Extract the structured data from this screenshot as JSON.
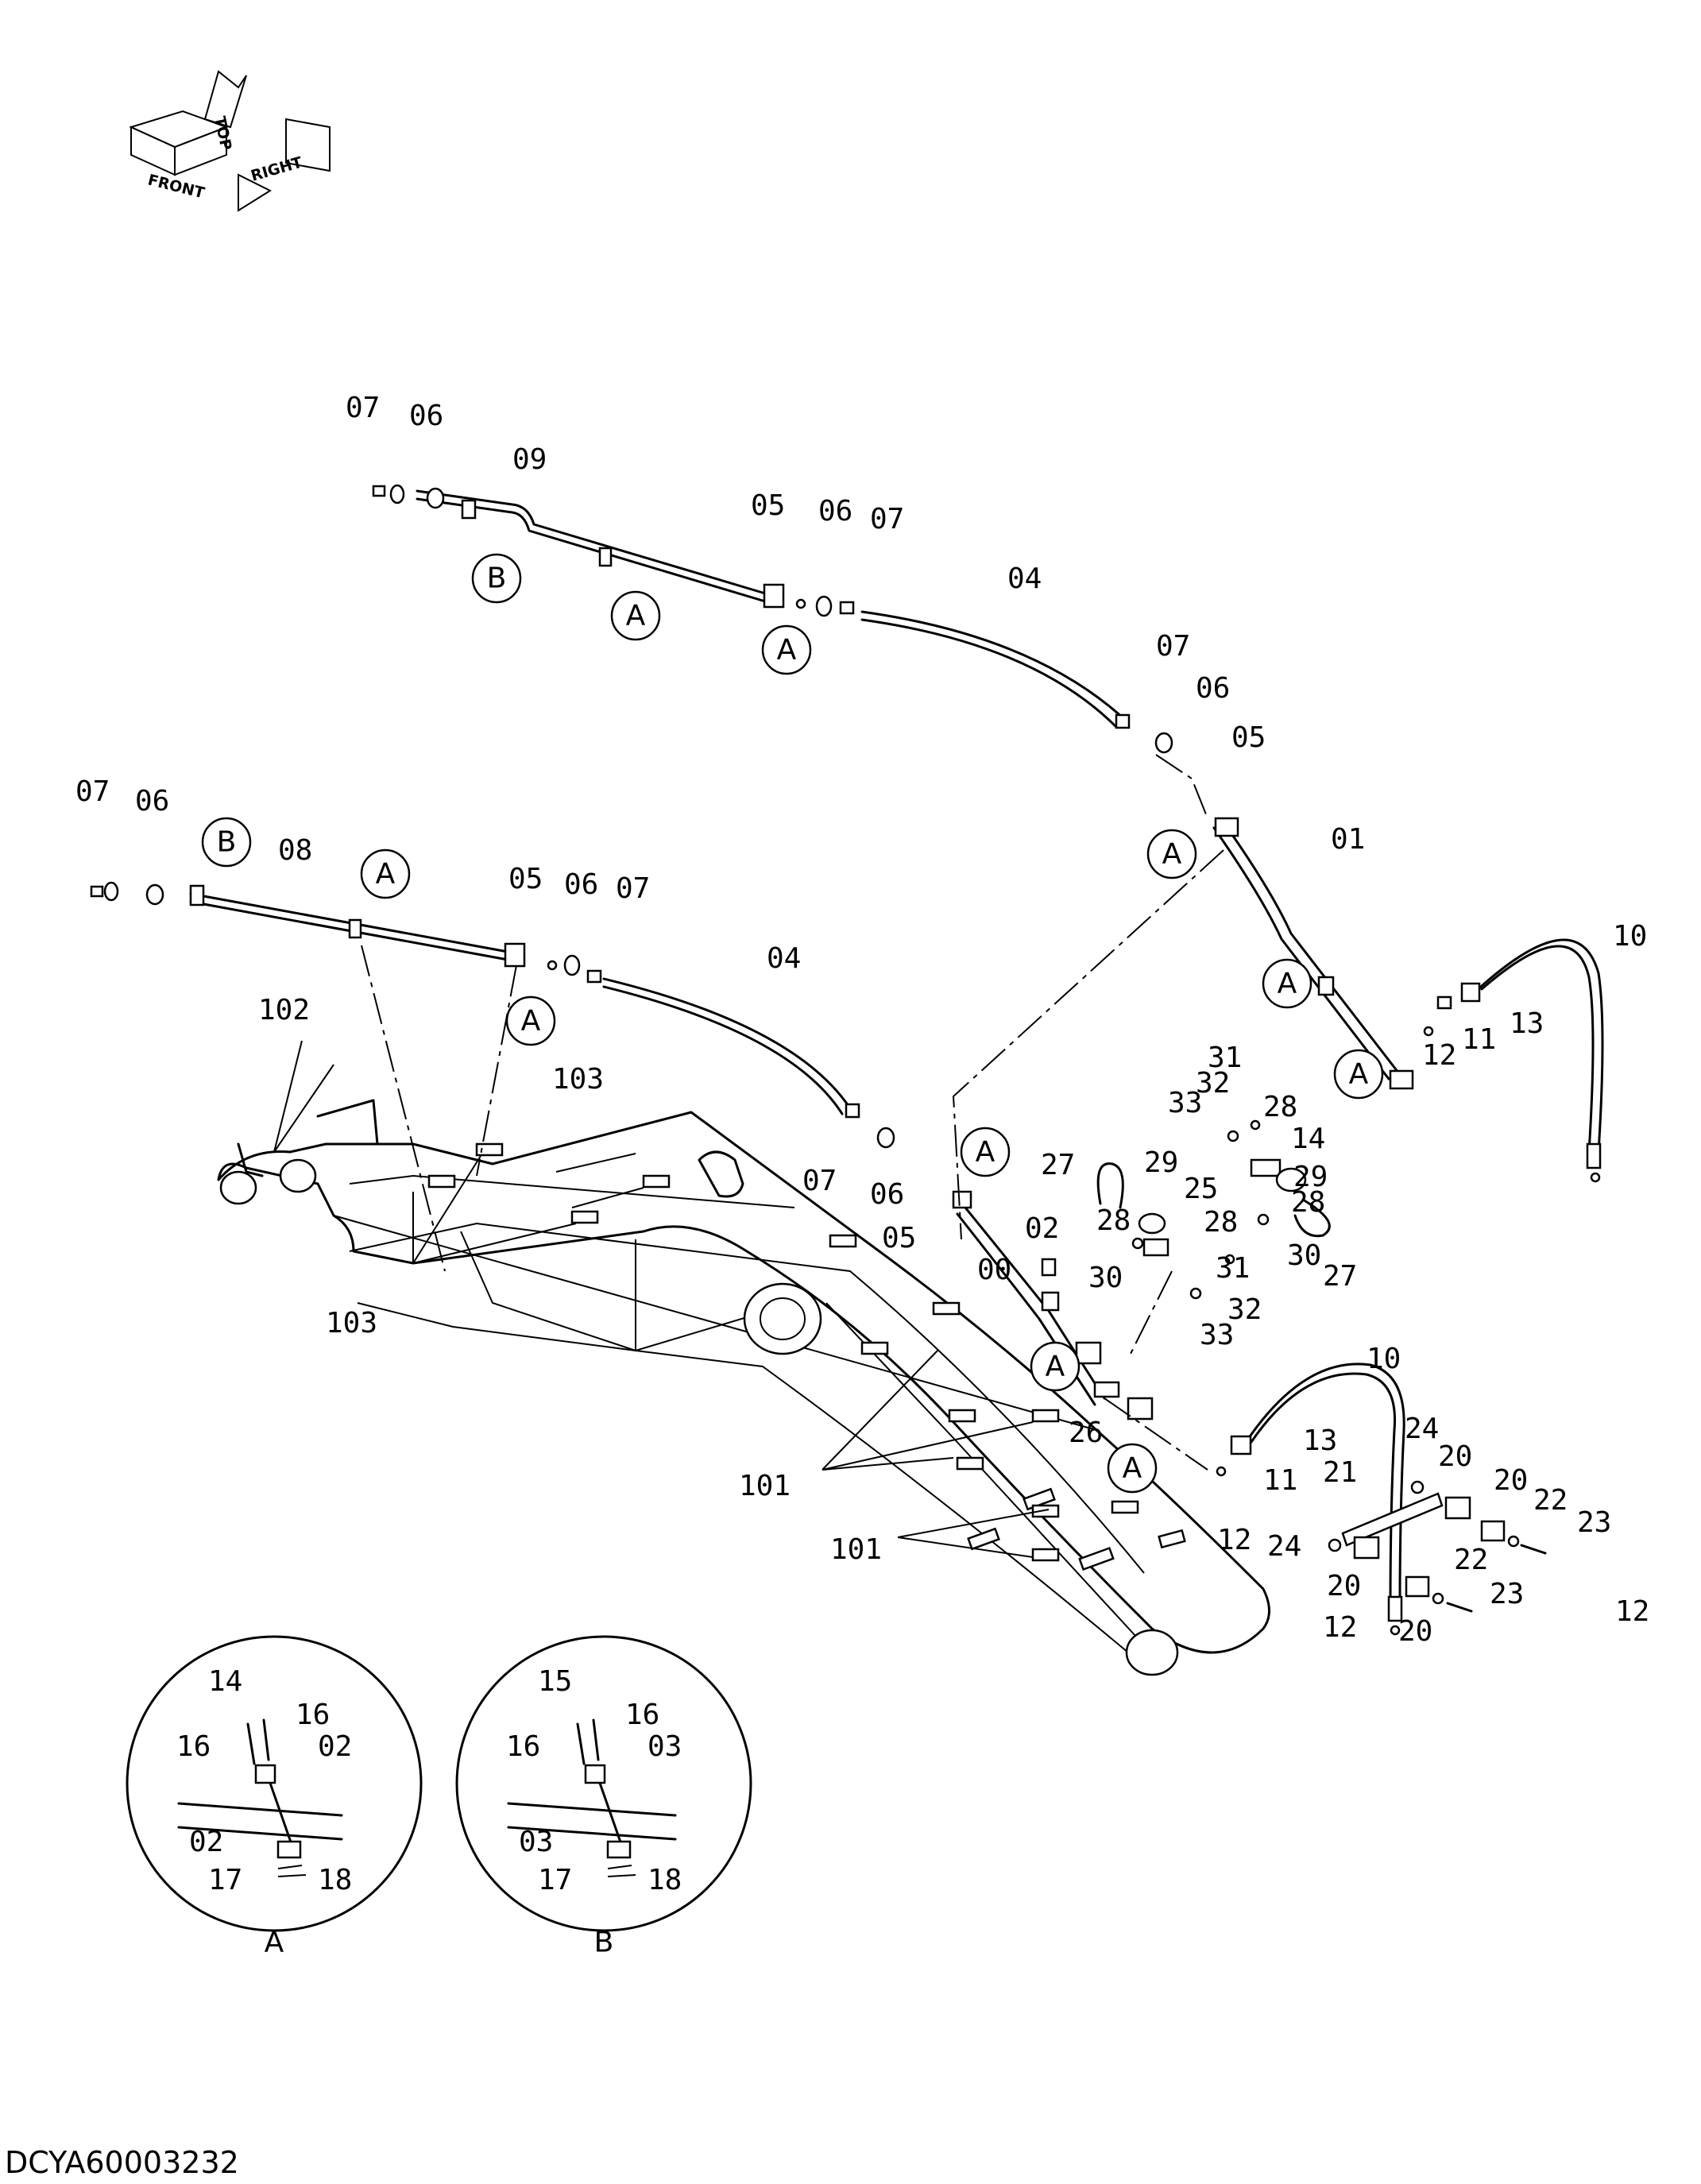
{
  "drawing_id": "DCYA60003232",
  "compass": {
    "front": "FRONT",
    "top": "TOP",
    "right": "RIGHT"
  },
  "callouts": [
    "A",
    "B"
  ],
  "detail_views": [
    {
      "title": "A",
      "labels": [
        "14",
        "16",
        "16",
        "02",
        "02",
        "17",
        "18"
      ]
    },
    {
      "title": "B",
      "labels": [
        "15",
        "16",
        "16",
        "03",
        "03",
        "17",
        "18"
      ]
    }
  ],
  "part_labels": [
    "07",
    "06",
    "09",
    "05",
    "06",
    "07",
    "04",
    "07",
    "06",
    "05",
    "01",
    "10",
    "13",
    "11",
    "12",
    "12",
    "07",
    "06",
    "08",
    "05",
    "06",
    "07",
    "04",
    "07",
    "06",
    "05",
    "00",
    "02",
    "102",
    "103",
    "103",
    "101",
    "101",
    "31",
    "32",
    "33",
    "28",
    "14",
    "29",
    "28",
    "27",
    "30",
    "31",
    "32",
    "33",
    "27",
    "29",
    "25",
    "28",
    "28",
    "30",
    "26",
    "10",
    "13",
    "11",
    "12",
    "24",
    "21",
    "20",
    "20",
    "22",
    "23",
    "24",
    "22",
    "23",
    "20",
    "20",
    "12"
  ]
}
